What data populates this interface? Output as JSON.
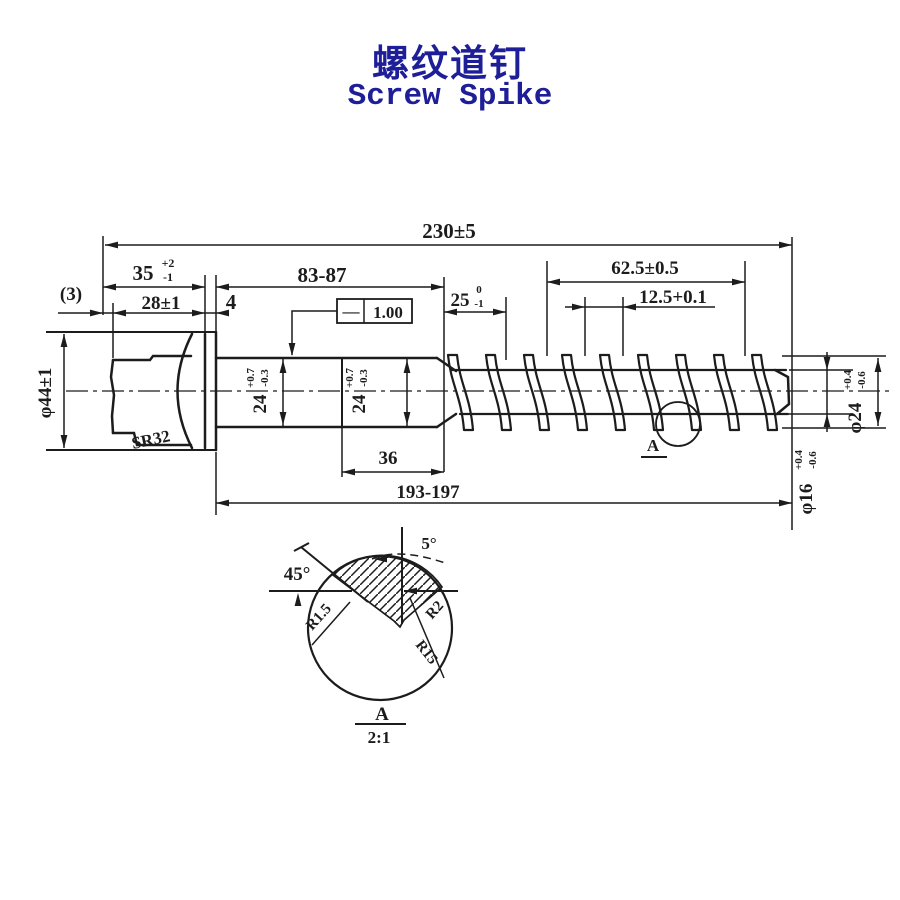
{
  "title": {
    "zh": "螺纹道钉",
    "en": "Screw Spike"
  },
  "colors": {
    "title": "#1e1e99",
    "ink": "#1c1c1c",
    "background": "#ffffff"
  },
  "main_view": {
    "overall_length": "230±5",
    "head_length": {
      "value": "35",
      "tol_upper": "+2",
      "tol_lower": "-1"
    },
    "head_step_ref": "(3)",
    "head_width": "28±1",
    "collar_thickness": "4",
    "shank_length": "83-87",
    "straightness": {
      "symbol": "—",
      "value": "1.00"
    },
    "thread_runout": {
      "value": "25",
      "tol_upper": "0",
      "tol_lower": "-1"
    },
    "thread_gauge_length": "62.5±0.5",
    "thread_pitch": "12.5+0.1",
    "head_diameter": "φ44±1",
    "head_sphere_radius": "SR32",
    "shank_diameter_1": {
      "value": "24",
      "tol_upper": "+0.7",
      "tol_lower": "-0.3"
    },
    "shank_diameter_2": {
      "value": "24",
      "tol_upper": "+0.7",
      "tol_lower": "-0.3"
    },
    "mid_section_length": "36",
    "threaded_length": "193-197",
    "thread_major_diameter": {
      "value": "φ24",
      "tol_upper": "+0.4",
      "tol_lower": "-0.6"
    },
    "thread_minor_diameter": {
      "value": "φ16",
      "tol_upper": "+0.4",
      "tol_lower": "-0.6"
    },
    "detail_callout": "A"
  },
  "detail_view": {
    "label": "A",
    "scale": "2:1",
    "flank_angle": "5°",
    "chamfer_angle": "45°",
    "radius_left": "R1.5",
    "radius_right_upper": "R2",
    "radius_right_lower": "R15"
  }
}
